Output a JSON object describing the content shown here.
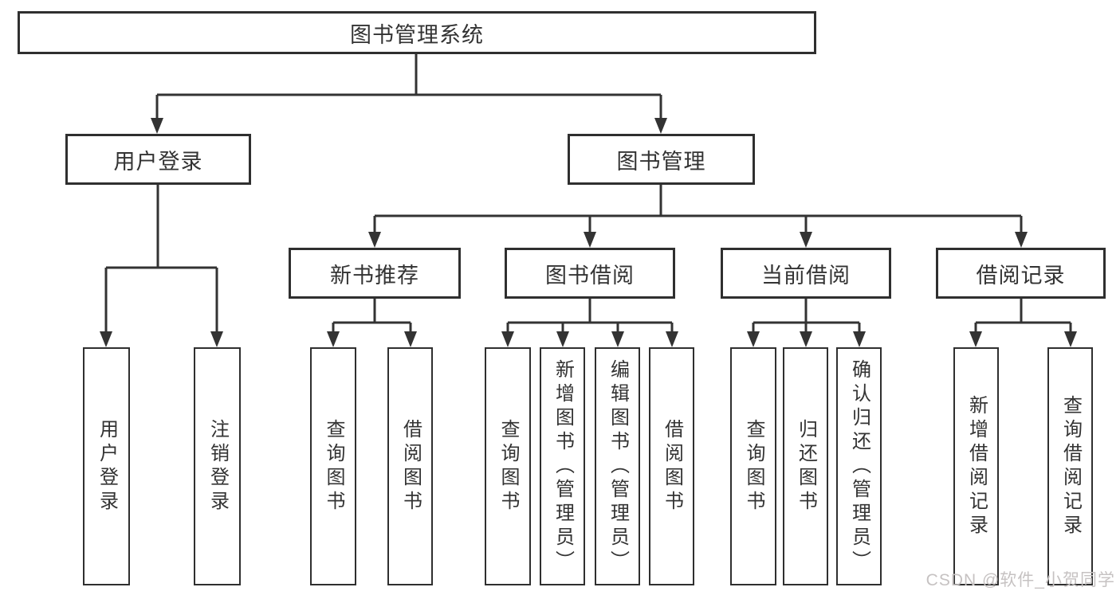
{
  "tree": {
    "root": {
      "label": "图书管理系统"
    },
    "branches": [
      {
        "label": "用户登录",
        "children": [
          {
            "label": "用户登录"
          },
          {
            "label": "注销登录"
          }
        ]
      },
      {
        "label": "图书管理",
        "children": [
          {
            "label": "新书推荐",
            "children": [
              {
                "label": "查询图书"
              },
              {
                "label": "借阅图书"
              }
            ]
          },
          {
            "label": "图书借阅",
            "children": [
              {
                "label": "查询图书"
              },
              {
                "label": "新增图书（管理员）"
              },
              {
                "label": "编辑图书（管理员）"
              },
              {
                "label": "借阅图书"
              }
            ]
          },
          {
            "label": "当前借阅",
            "children": [
              {
                "label": "查询图书"
              },
              {
                "label": "归还图书"
              },
              {
                "label": "确认归还（管理员）"
              }
            ]
          },
          {
            "label": "借阅记录",
            "children": [
              {
                "label": "新增借阅记录"
              },
              {
                "label": "查询借阅记录"
              }
            ]
          }
        ]
      }
    ]
  },
  "watermark": {
    "text": "CSDN @软件_小贺同学"
  },
  "colors": {
    "line": "#333333",
    "box_border": "#2f2f2f",
    "text": "#333333",
    "watermark": "#c6c2c2",
    "background": "#ffffff"
  }
}
